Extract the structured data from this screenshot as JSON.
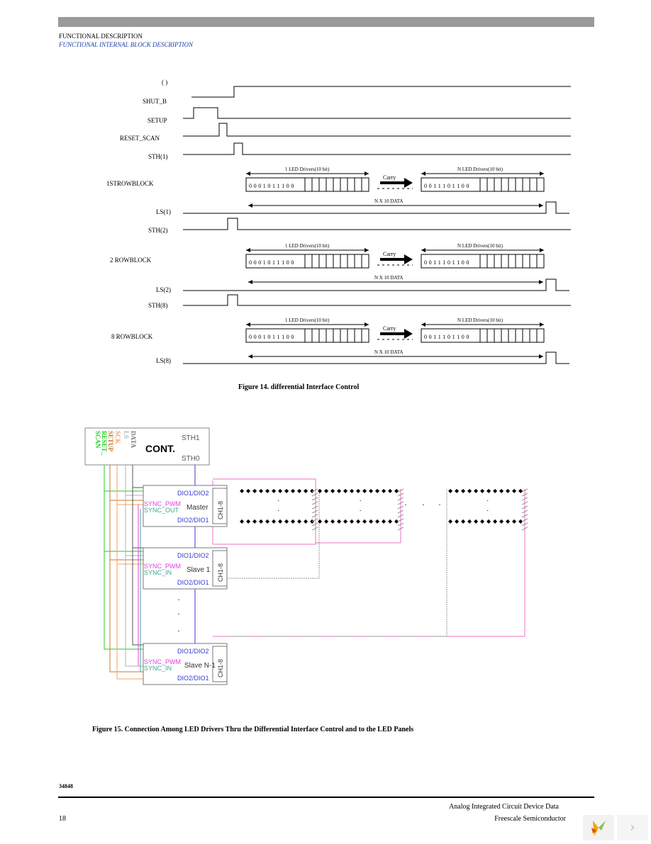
{
  "header": {
    "section": "FUNCTIONAL DESCRIPTION",
    "subsection": "FUNCTIONAL INTERNAL BLOCK DESCRIPTION"
  },
  "timing": {
    "paren_label": "(      )",
    "signals": [
      "SHUT_B",
      "SETUP",
      "RESET_SCAN",
      "STH(1)"
    ],
    "blocks": [
      {
        "row_label": "1STROWBLOCK",
        "sth": "STH(1)",
        "ls": "LS(1)"
      },
      {
        "row_label": "2     ROWBLOCK",
        "sth": "STH(2)",
        "ls": "LS(2)"
      },
      {
        "row_label": "8     ROWBLOCK",
        "sth": "STH(8)",
        "ls": "LS(8)"
      }
    ],
    "sth_labels": [
      "STH(2)",
      "STH(8)"
    ],
    "left_driver": "1       LED Drivers(10 bit)",
    "right_driver": "N      LED Drivers(10 bit)",
    "carry": "Carry",
    "data_span": "N X 10 DATA",
    "bits_left": "0 0 0 1 0 1 1 1 0 0",
    "bits_right": "0 0 1 1 1 0 1 1 0 0"
  },
  "figure14_caption": "Figure 14. differential Interface Control",
  "diagram": {
    "controller": "CONT.",
    "sth1": "STH1",
    "sth0": "STH0",
    "ctrl_signals": [
      {
        "text": "SCAN",
        "color": "#22cc22"
      },
      {
        "text": "RESET_",
        "color": "#22cc22"
      },
      {
        "text": "SETUP",
        "color": "#c87a28"
      },
      {
        "text": "SCK",
        "color": "#f0a060"
      },
      {
        "text": "LS",
        "color": "#b0b0b0"
      },
      {
        "text": "DATA",
        "color": "#7a7a7a"
      }
    ],
    "drivers": [
      {
        "name": "Master",
        "dio_top": "DIO1/DIO2",
        "dio_bot": "DIO2/DIO1",
        "sync_pwm": "SYNC_PWM",
        "sync_io": "SYNC_OUT",
        "ch": "CH1-8"
      },
      {
        "name": "Slave 1",
        "dio_top": "DIO1/DIO2",
        "dio_bot": "DIO2/DIO1",
        "sync_pwm": "SYNC_PWM",
        "sync_io": "SYNC_IN",
        "ch": "CH1-8"
      },
      {
        "name": "Slave N-1",
        "dio_top": "DIO1/DIO2",
        "dio_bot": "DIO2/DIO1",
        "sync_pwm": "SYNC_PWM",
        "sync_io": "SYNC_IN",
        "ch": "CH1-8"
      }
    ],
    "colors": {
      "dio": "#3a3ad0",
      "sync_pwm": "#e040e0",
      "sync_io": "#40a890",
      "pink_wire": "#f070c0",
      "green_wire": "#22cc22",
      "brown_wire": "#c87a28"
    }
  },
  "figure15_caption": "Figure 15. Connection Among LED Drivers Thru the Differential Interface Control and to the LED Panels",
  "footer": {
    "part_number": "34848",
    "page_number": "18",
    "doc_title": "Analog Integrated Circuit Device Data",
    "company": "Freescale Semiconductor"
  }
}
